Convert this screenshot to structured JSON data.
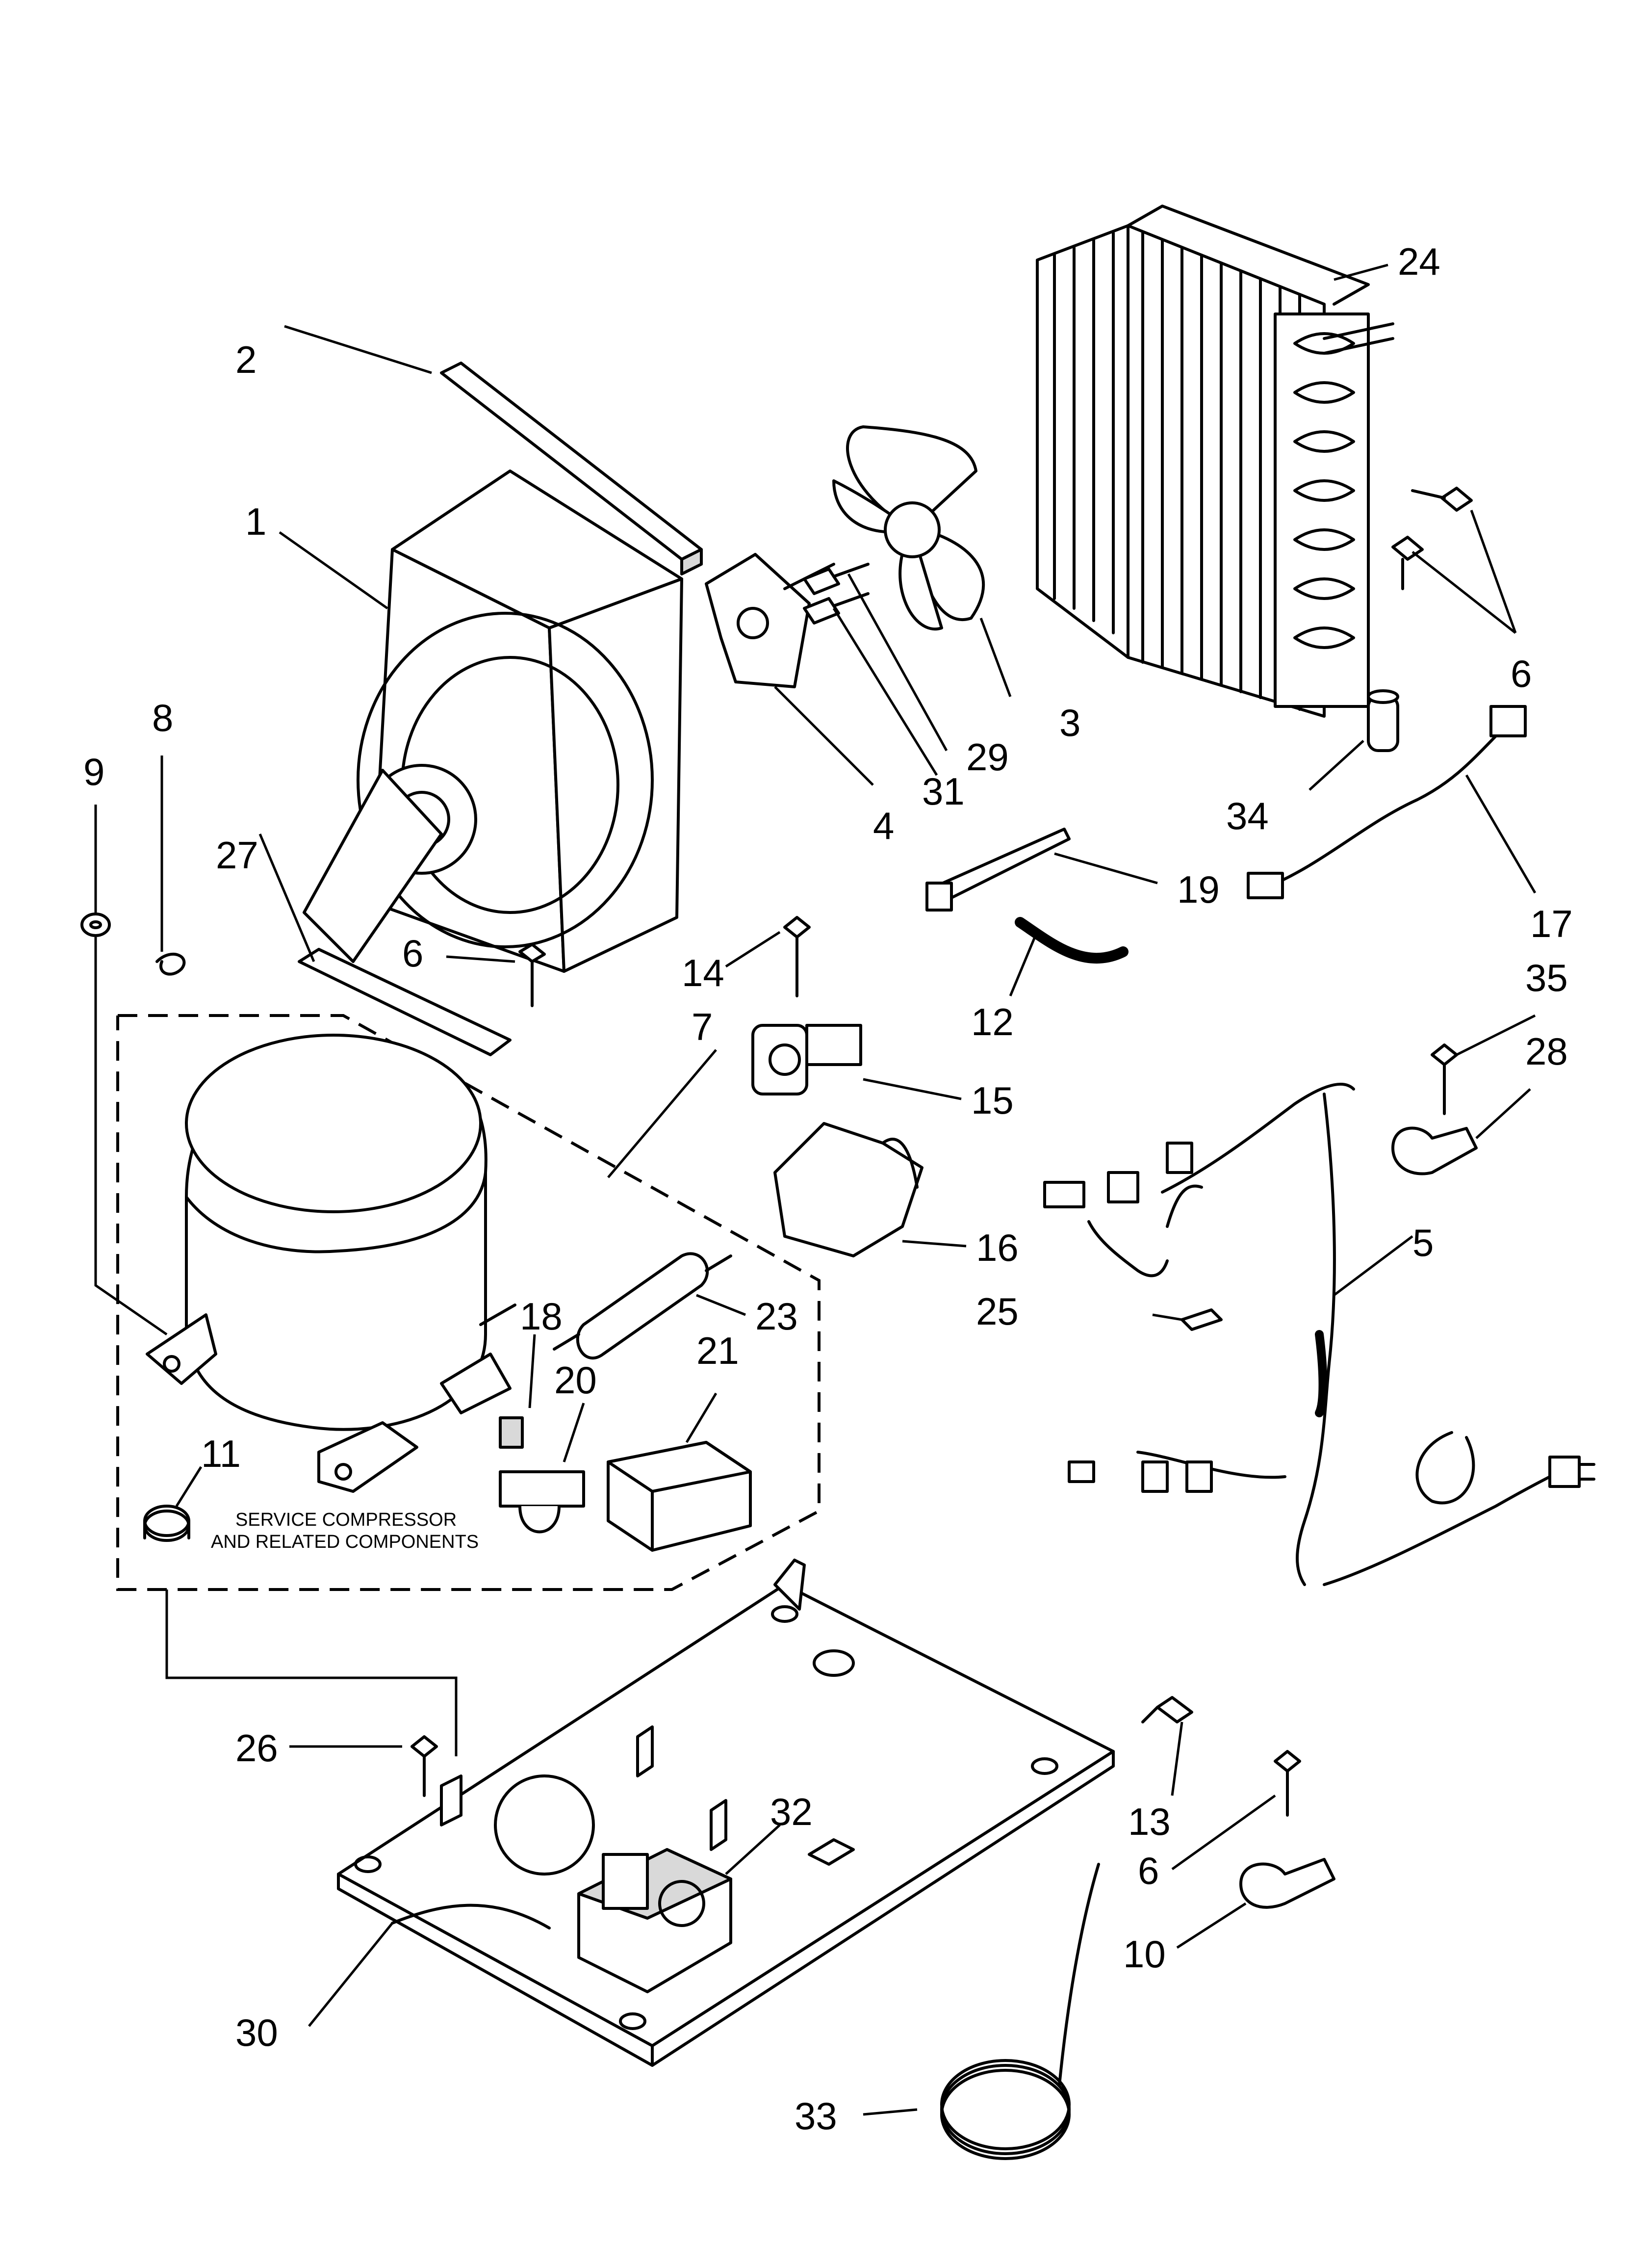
{
  "callouts": [
    {
      "id": "1",
      "text": "1"
    },
    {
      "id": "2",
      "text": "2"
    },
    {
      "id": "3",
      "text": "3"
    },
    {
      "id": "4",
      "text": "4"
    },
    {
      "id": "5",
      "text": "5"
    },
    {
      "id": "6",
      "text": "6"
    },
    {
      "id": "7",
      "text": "7"
    },
    {
      "id": "8",
      "text": "8"
    },
    {
      "id": "9",
      "text": "9"
    },
    {
      "id": "10",
      "text": "10"
    },
    {
      "id": "11",
      "text": "11"
    },
    {
      "id": "12",
      "text": "12"
    },
    {
      "id": "13",
      "text": "13"
    },
    {
      "id": "14",
      "text": "14"
    },
    {
      "id": "15",
      "text": "15"
    },
    {
      "id": "16",
      "text": "16"
    },
    {
      "id": "17",
      "text": "17"
    },
    {
      "id": "18",
      "text": "18"
    },
    {
      "id": "19",
      "text": "19"
    },
    {
      "id": "20",
      "text": "20"
    },
    {
      "id": "21",
      "text": "21"
    },
    {
      "id": "23",
      "text": "23"
    },
    {
      "id": "24",
      "text": "24"
    },
    {
      "id": "25",
      "text": "25"
    },
    {
      "id": "26",
      "text": "26"
    },
    {
      "id": "27",
      "text": "27"
    },
    {
      "id": "28",
      "text": "28"
    },
    {
      "id": "29",
      "text": "29"
    },
    {
      "id": "30",
      "text": "30"
    },
    {
      "id": "31",
      "text": "31"
    },
    {
      "id": "32",
      "text": "32"
    },
    {
      "id": "33",
      "text": "33"
    },
    {
      "id": "34",
      "text": "34"
    },
    {
      "id": "35",
      "text": "35"
    }
  ],
  "service_note": {
    "line1": "SERVICE COMPRESSOR",
    "line2": "AND RELATED COMPONENTS"
  }
}
